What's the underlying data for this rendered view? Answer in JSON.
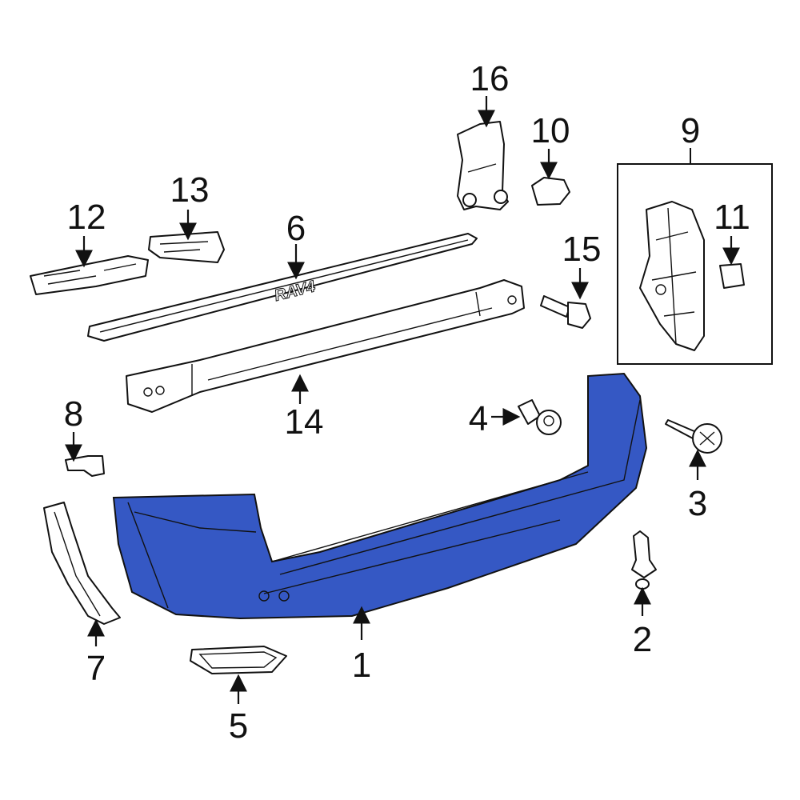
{
  "diagram": {
    "highlight_color": "#3558c4",
    "emblem_text": "RAV4",
    "callouts": [
      {
        "label": "1"
      },
      {
        "label": "2"
      },
      {
        "label": "3"
      },
      {
        "label": "4"
      },
      {
        "label": "5"
      },
      {
        "label": "6"
      },
      {
        "label": "7"
      },
      {
        "label": "8"
      },
      {
        "label": "9"
      },
      {
        "label": "10"
      },
      {
        "label": "11"
      },
      {
        "label": "12"
      },
      {
        "label": "13"
      },
      {
        "label": "14"
      },
      {
        "label": "15"
      },
      {
        "label": "16"
      }
    ]
  }
}
